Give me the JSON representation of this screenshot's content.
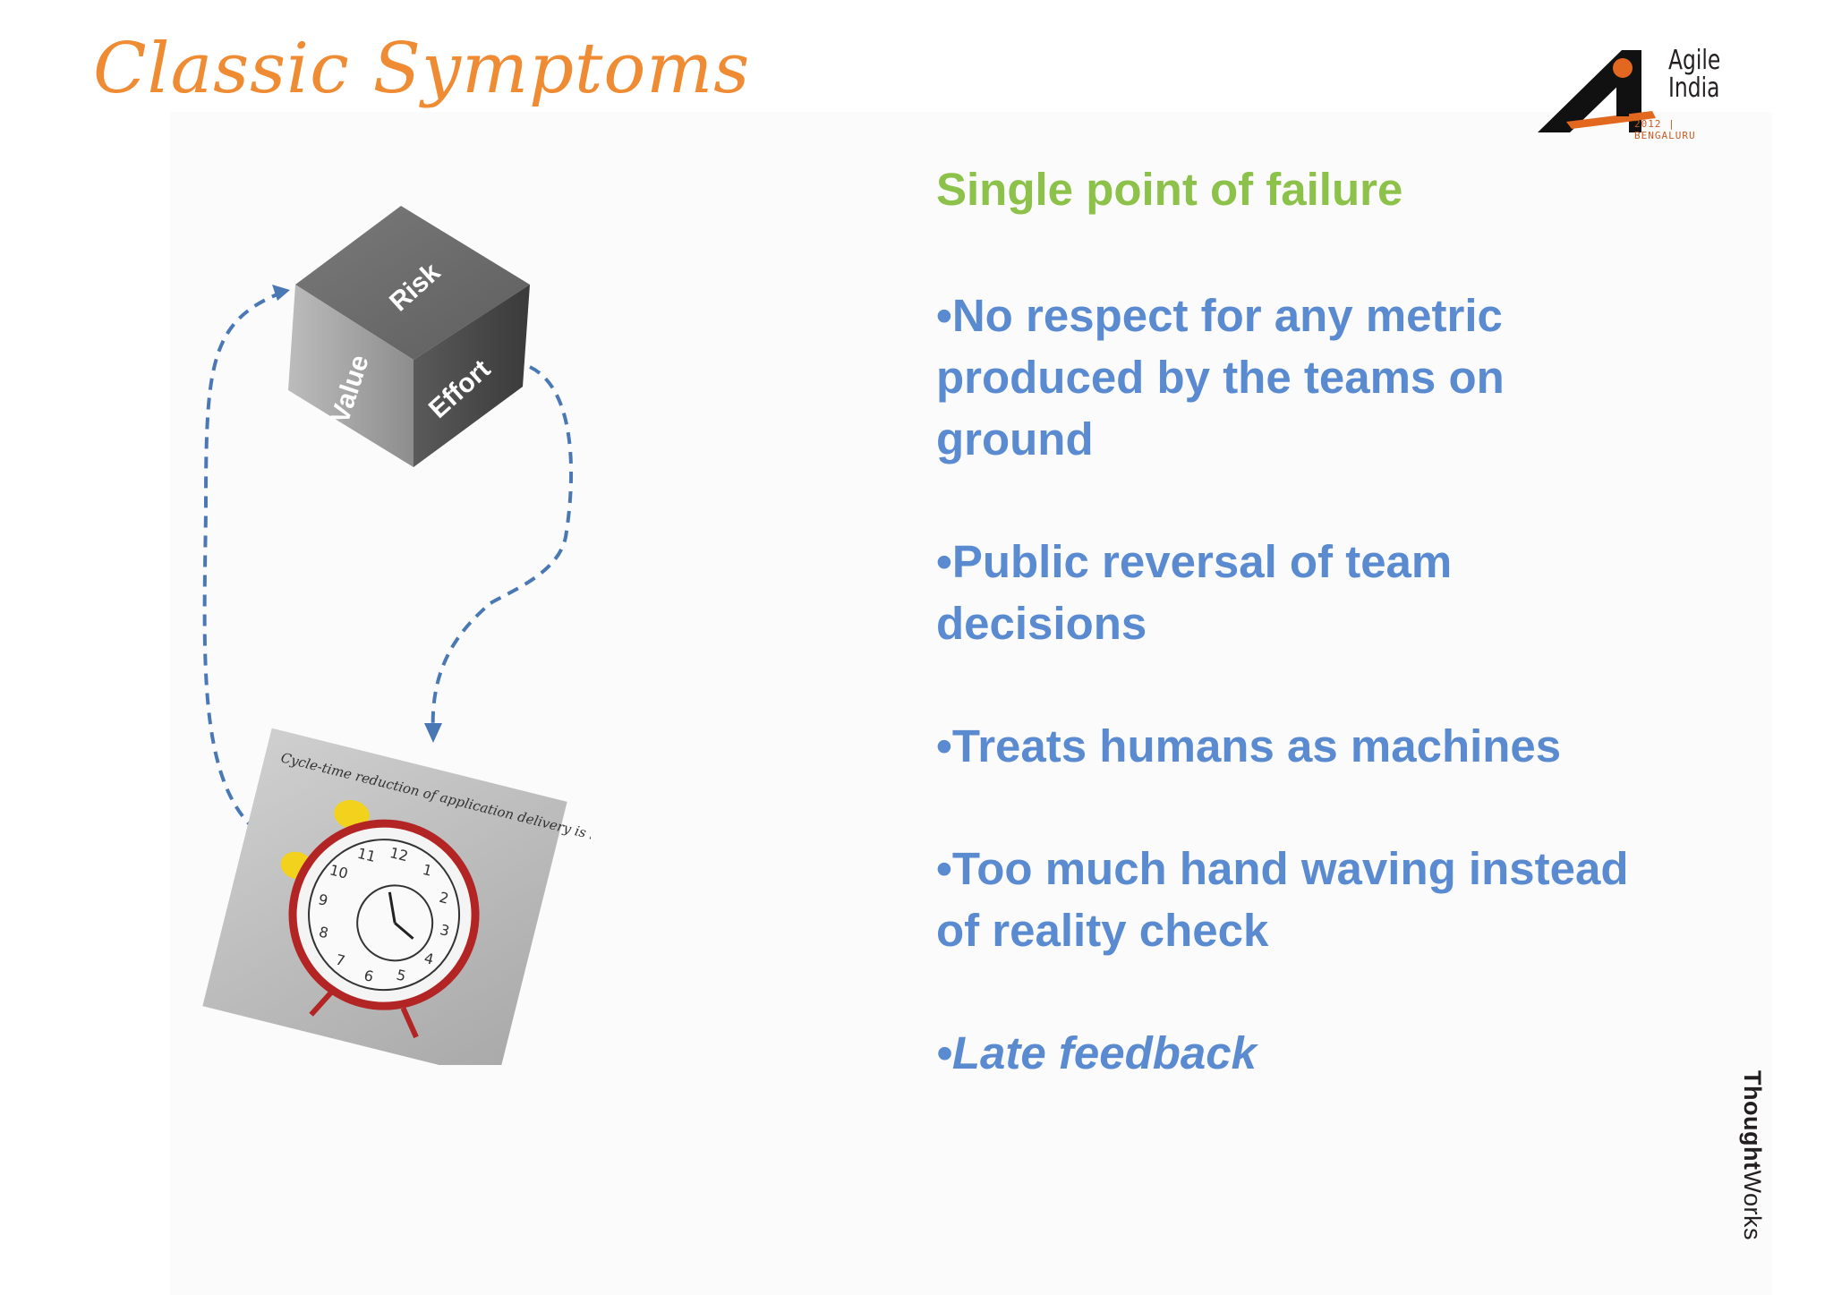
{
  "slide": {
    "title": "Classic Symptoms",
    "headline": "Single point of failure",
    "bullets": [
      {
        "text": "•No respect for any metric produced by the teams on ground",
        "italic": false
      },
      {
        "text": "•Public reversal of team decisions",
        "italic": false
      },
      {
        "text": "•Treats humans as machines",
        "italic": false
      },
      {
        "text": "•Too much hand waving instead of reality check",
        "italic": false
      },
      {
        "text": "•Late feedback",
        "italic": true
      }
    ]
  },
  "logo": {
    "line1": "Agile",
    "line2": "India",
    "edition": "2012 | BENGALURU"
  },
  "diagram": {
    "cube_faces": {
      "top": "Risk",
      "left": "Value",
      "right": "Effort"
    },
    "clock_caption": "Cycle-time reduction of application delivery is key",
    "clock_numbers": [
      "12",
      "1",
      "2",
      "3",
      "4",
      "5",
      "6",
      "7",
      "8",
      "9",
      "10",
      "11"
    ]
  },
  "footer": {
    "brand_bold": "Thought",
    "brand_light": "Works"
  },
  "colors": {
    "title": "#ef8b33",
    "headline": "#8cc14a",
    "bullet": "#5a8ad0",
    "arrow": "#4a78b5"
  }
}
